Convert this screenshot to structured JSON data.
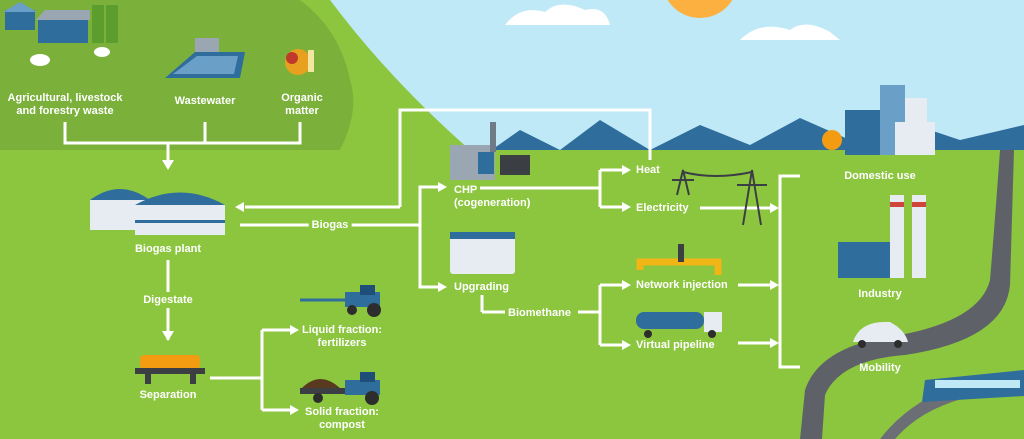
{
  "inputs": {
    "agri": "Agricultural, livestock\nand forestry waste",
    "wastewater": "Wastewater",
    "organic": "Organic\nmatter"
  },
  "plant": "Biogas plant",
  "digestate": "Digestate",
  "separation": "Separation",
  "liquid": "Liquid fraction:\nfertilizers",
  "solid": "Solid fraction:\ncompost",
  "biogas": "Biogas",
  "chp": "CHP\n(cogeneration)",
  "upgrading": "Upgrading",
  "biomethane": "Biomethane",
  "heat": "Heat",
  "electricity": "Electricity",
  "network": "Network injection",
  "virtual": "Virtual pipeline",
  "domestic": "Domestic use",
  "industry": "Industry",
  "mobility": "Mobility",
  "colors": {
    "grass": "#8cc63f",
    "sky": "#bfe9f6",
    "hill": "#7bb13a",
    "flow": "#ffffff",
    "road": "#5e6268",
    "steel": "#2f6d9c"
  }
}
